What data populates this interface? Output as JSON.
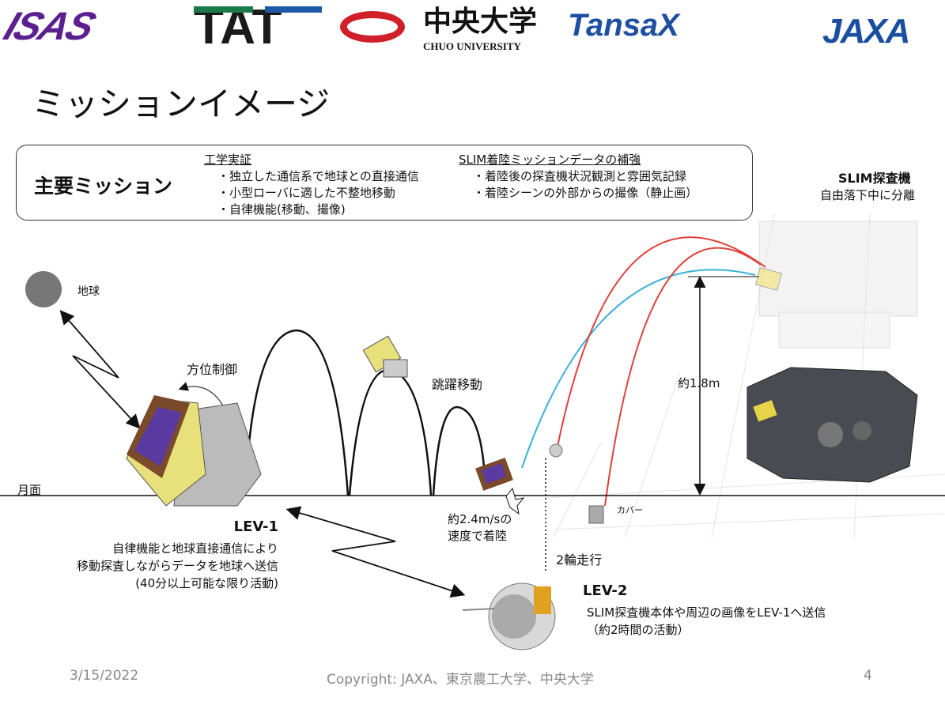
{
  "logos": {
    "isas": "ISAS",
    "tat": "TAT",
    "chuo_jp": "中央大学",
    "chuo_en": "CHUO UNIVERSITY",
    "tansax": "TansaX",
    "jaxa": "JAXA"
  },
  "title": "ミッションイメージ",
  "mission": {
    "label": "主要ミッション",
    "col1": {
      "heading": "工学実証",
      "items": [
        "・独立した通信系で地球との直接通信",
        "・小型ローバに適した不整地移動",
        "・自律機能(移動、撮像)"
      ]
    },
    "col2": {
      "heading": "SLIM着陸ミッションデータの補強",
      "items": [
        "・着陸後の探査機状況観測と雰囲気記録",
        "・着陸シーンの外部からの撮像（静止画）"
      ]
    }
  },
  "slim": {
    "title": "SLIM探査機",
    "subtitle": "自由落下中に分離"
  },
  "labels": {
    "earth": "地球",
    "attitude": "方位制御",
    "hop": "跳躍移動",
    "surface": "月面",
    "height": "約1.8m",
    "landing1": "約2.4m/sの",
    "landing2": "速度で着陸",
    "cover": "カバー",
    "two_wheel": "2輪走行"
  },
  "lev1": {
    "name": "LEV-1",
    "lines": [
      "自律機能と地球直接通信により",
      "移動探査しながらデータを地球へ送信",
      "(40分以上可能な限り活動)"
    ]
  },
  "lev2": {
    "name": "LEV-2",
    "lines": [
      "SLIM探査機本体や周辺の画像をLEV-1へ送信",
      "（約2時間の活動）"
    ]
  },
  "footer": {
    "date": "3/15/2022",
    "copyright": "Copyright: JAXA、東京農工大学、中央大学",
    "page": "4"
  },
  "colors": {
    "isas": "#5b1f8f",
    "tat_green": "#1a7a4a",
    "tat_blue": "#1f5aa8",
    "chuo_red": "#d0202a",
    "tansax": "#1f4fa0",
    "jaxa": "#1a4fa0",
    "red_path": "#e0403a",
    "blue_path": "#3ab0d8"
  }
}
